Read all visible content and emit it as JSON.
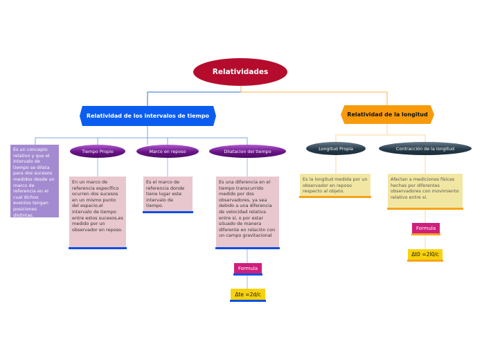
{
  "root": {
    "label": "Relatividades"
  },
  "left": {
    "label": "Relatividad de los intervalos de tiempo",
    "side_note": "Es un concepto relativo y que el intervalo de tiempo se dilata para dos sucesos medidos desde un marco de referencia en el cual dichos eventos tengan posiciones distintas.",
    "children": [
      {
        "label": "Tiempo Propio",
        "note": "En un marco de referencia específico ocurren dos sucesos en un mismo punto del espacio,el intervalo de tiempo entre estos sucesos,es medido  por un observador en reposo."
      },
      {
        "label": "Marco en reposo",
        "note": "Es el marco de referencia donde tiene lugar este intervalo de tiempo."
      },
      {
        "label": "Dilatacion del tiempo",
        "note": "Es una diferencia en el tiempo transcurrido medido por dos observadores, ya sea debido a una diferencia de velocidad relativa entre sí, o por estar situado de manera diferente en relación con un campo gravitacional",
        "formula_label": "Formula",
        "formula": "Δte =2d/c"
      }
    ]
  },
  "right": {
    "label": "Relatividad de la longitud",
    "children": [
      {
        "label": "Longitud Propia",
        "note": "Es la longitud medida por un observador en reposo respecto al objeto."
      },
      {
        "label": "Contracción de la longitud",
        "note": "Afectan a mediciones físicas hechas por diferentes observadores con movimiento relativo entre sí.",
        "formula_label": "Formula",
        "formula": "Δt0 =2l0/c"
      }
    ]
  },
  "colors": {
    "root": "#b50c2d",
    "left_branch": "#0b5df0",
    "right_branch": "#f79a0b",
    "purple_topic": "#6a1487",
    "slate_topic": "#273c4b",
    "pink_note": "#e9c7cf",
    "yellow_note": "#f2e7a2",
    "formula": "#cf1e7c",
    "equation": "#f8d20c"
  }
}
